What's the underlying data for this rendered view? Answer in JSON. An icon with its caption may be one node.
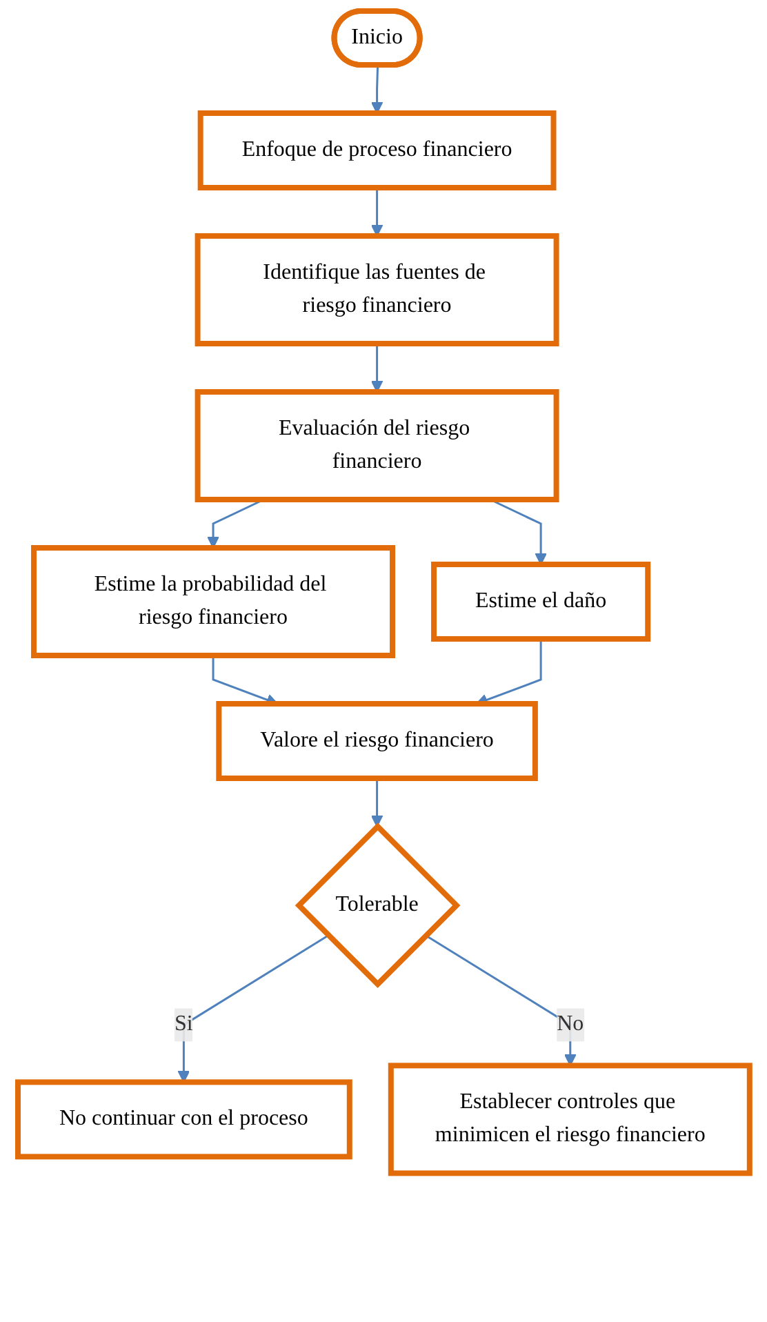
{
  "diagram": {
    "nodes": [
      {
        "text": [
          "Inicio"
        ]
      },
      {
        "text": [
          "Enfoque de proceso financiero"
        ]
      },
      {
        "text": [
          "Identifique las fuentes de riesgo financiero"
        ]
      },
      {
        "text": [
          "Evaluación del riesgo financiero"
        ]
      },
      {
        "text": [
          "Estime la probabilidad del riesgo financiero"
        ]
      },
      {
        "text": [
          "Estime el daño"
        ]
      },
      {
        "text": [
          "Valore el riesgo financiero"
        ]
      },
      {
        "text": [
          "Tolerable"
        ]
      },
      {
        "text": [
          "No continuar con el proceso"
        ]
      },
      {
        "text": [
          "Establecer controles que minimicen el riesgo financiero"
        ]
      }
    ],
    "edges": [
      {
        "from": 0,
        "to": 1,
        "arrow": "to"
      },
      {
        "from": 1,
        "to": 2,
        "arrow": "to"
      },
      {
        "from": 2,
        "to": 3,
        "arrow": "to"
      },
      {
        "from": 3,
        "to": 4,
        "arrow": "to"
      },
      {
        "from": 3,
        "to": 5,
        "arrow": "to"
      },
      {
        "from": 4,
        "to": 6,
        "arrow": "to"
      },
      {
        "from": 5,
        "to": 6,
        "arrow": "to"
      },
      {
        "from": 6,
        "to": 7,
        "arrow": "to"
      },
      {
        "from": 7,
        "to": 8,
        "arrow": "to",
        "label": "Si"
      },
      {
        "from": 7,
        "to": 9,
        "arrow": "to",
        "label": "No"
      }
    ]
  }
}
